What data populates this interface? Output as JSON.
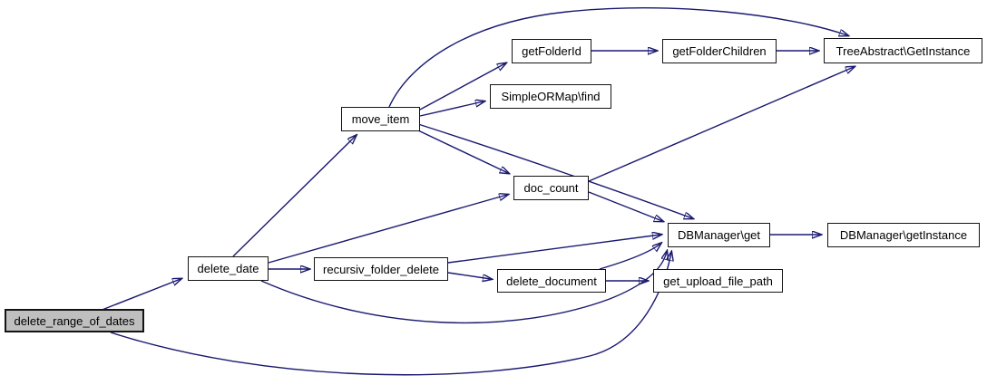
{
  "diagram": {
    "type": "call-graph",
    "background_color": "#ffffff",
    "edge_color": "#191970",
    "node_fill": "#ffffff",
    "node_border_color": "#141414",
    "highlighted_node_fill": "#bfbfbf"
  },
  "nodes": {
    "delete_range_of_dates": {
      "label": "delete_range_of_dates",
      "highlighted": true
    },
    "delete_date": {
      "label": "delete_date",
      "highlighted": false
    },
    "move_item": {
      "label": "move_item",
      "highlighted": false
    },
    "getFolderId": {
      "label": "getFolderId",
      "highlighted": false
    },
    "getFolderChildren": {
      "label": "getFolderChildren",
      "highlighted": false
    },
    "TreeAbstract_GetInstance": {
      "label": "TreeAbstract\\GetInstance",
      "highlighted": false
    },
    "SimpleORMap_find": {
      "label": "SimpleORMap\\find",
      "highlighted": false
    },
    "doc_count": {
      "label": "doc_count",
      "highlighted": false
    },
    "DBManager_get": {
      "label": "DBManager\\get",
      "highlighted": false
    },
    "DBManager_getInstance": {
      "label": "DBManager\\getInstance",
      "highlighted": false
    },
    "recursiv_folder_delete": {
      "label": "recursiv_folder_delete",
      "highlighted": false
    },
    "delete_document": {
      "label": "delete_document",
      "highlighted": false
    },
    "get_upload_file_path": {
      "label": "get_upload_file_path",
      "highlighted": false
    }
  },
  "edges": [
    {
      "from": "delete_range_of_dates",
      "to": "delete_date"
    },
    {
      "from": "delete_range_of_dates",
      "to": "DBManager_get"
    },
    {
      "from": "delete_date",
      "to": "move_item"
    },
    {
      "from": "delete_date",
      "to": "doc_count"
    },
    {
      "from": "delete_date",
      "to": "recursiv_folder_delete"
    },
    {
      "from": "delete_date",
      "to": "DBManager_get"
    },
    {
      "from": "move_item",
      "to": "getFolderId"
    },
    {
      "from": "move_item",
      "to": "SimpleORMap_find"
    },
    {
      "from": "move_item",
      "to": "doc_count"
    },
    {
      "from": "move_item",
      "to": "DBManager_get"
    },
    {
      "from": "move_item",
      "to": "TreeAbstract_GetInstance"
    },
    {
      "from": "getFolderId",
      "to": "getFolderChildren"
    },
    {
      "from": "getFolderChildren",
      "to": "TreeAbstract_GetInstance"
    },
    {
      "from": "doc_count",
      "to": "DBManager_get"
    },
    {
      "from": "doc_count",
      "to": "TreeAbstract_GetInstance"
    },
    {
      "from": "recursiv_folder_delete",
      "to": "delete_document"
    },
    {
      "from": "recursiv_folder_delete",
      "to": "DBManager_get"
    },
    {
      "from": "delete_document",
      "to": "DBManager_get"
    },
    {
      "from": "delete_document",
      "to": "get_upload_file_path"
    },
    {
      "from": "DBManager_get",
      "to": "DBManager_getInstance"
    }
  ]
}
